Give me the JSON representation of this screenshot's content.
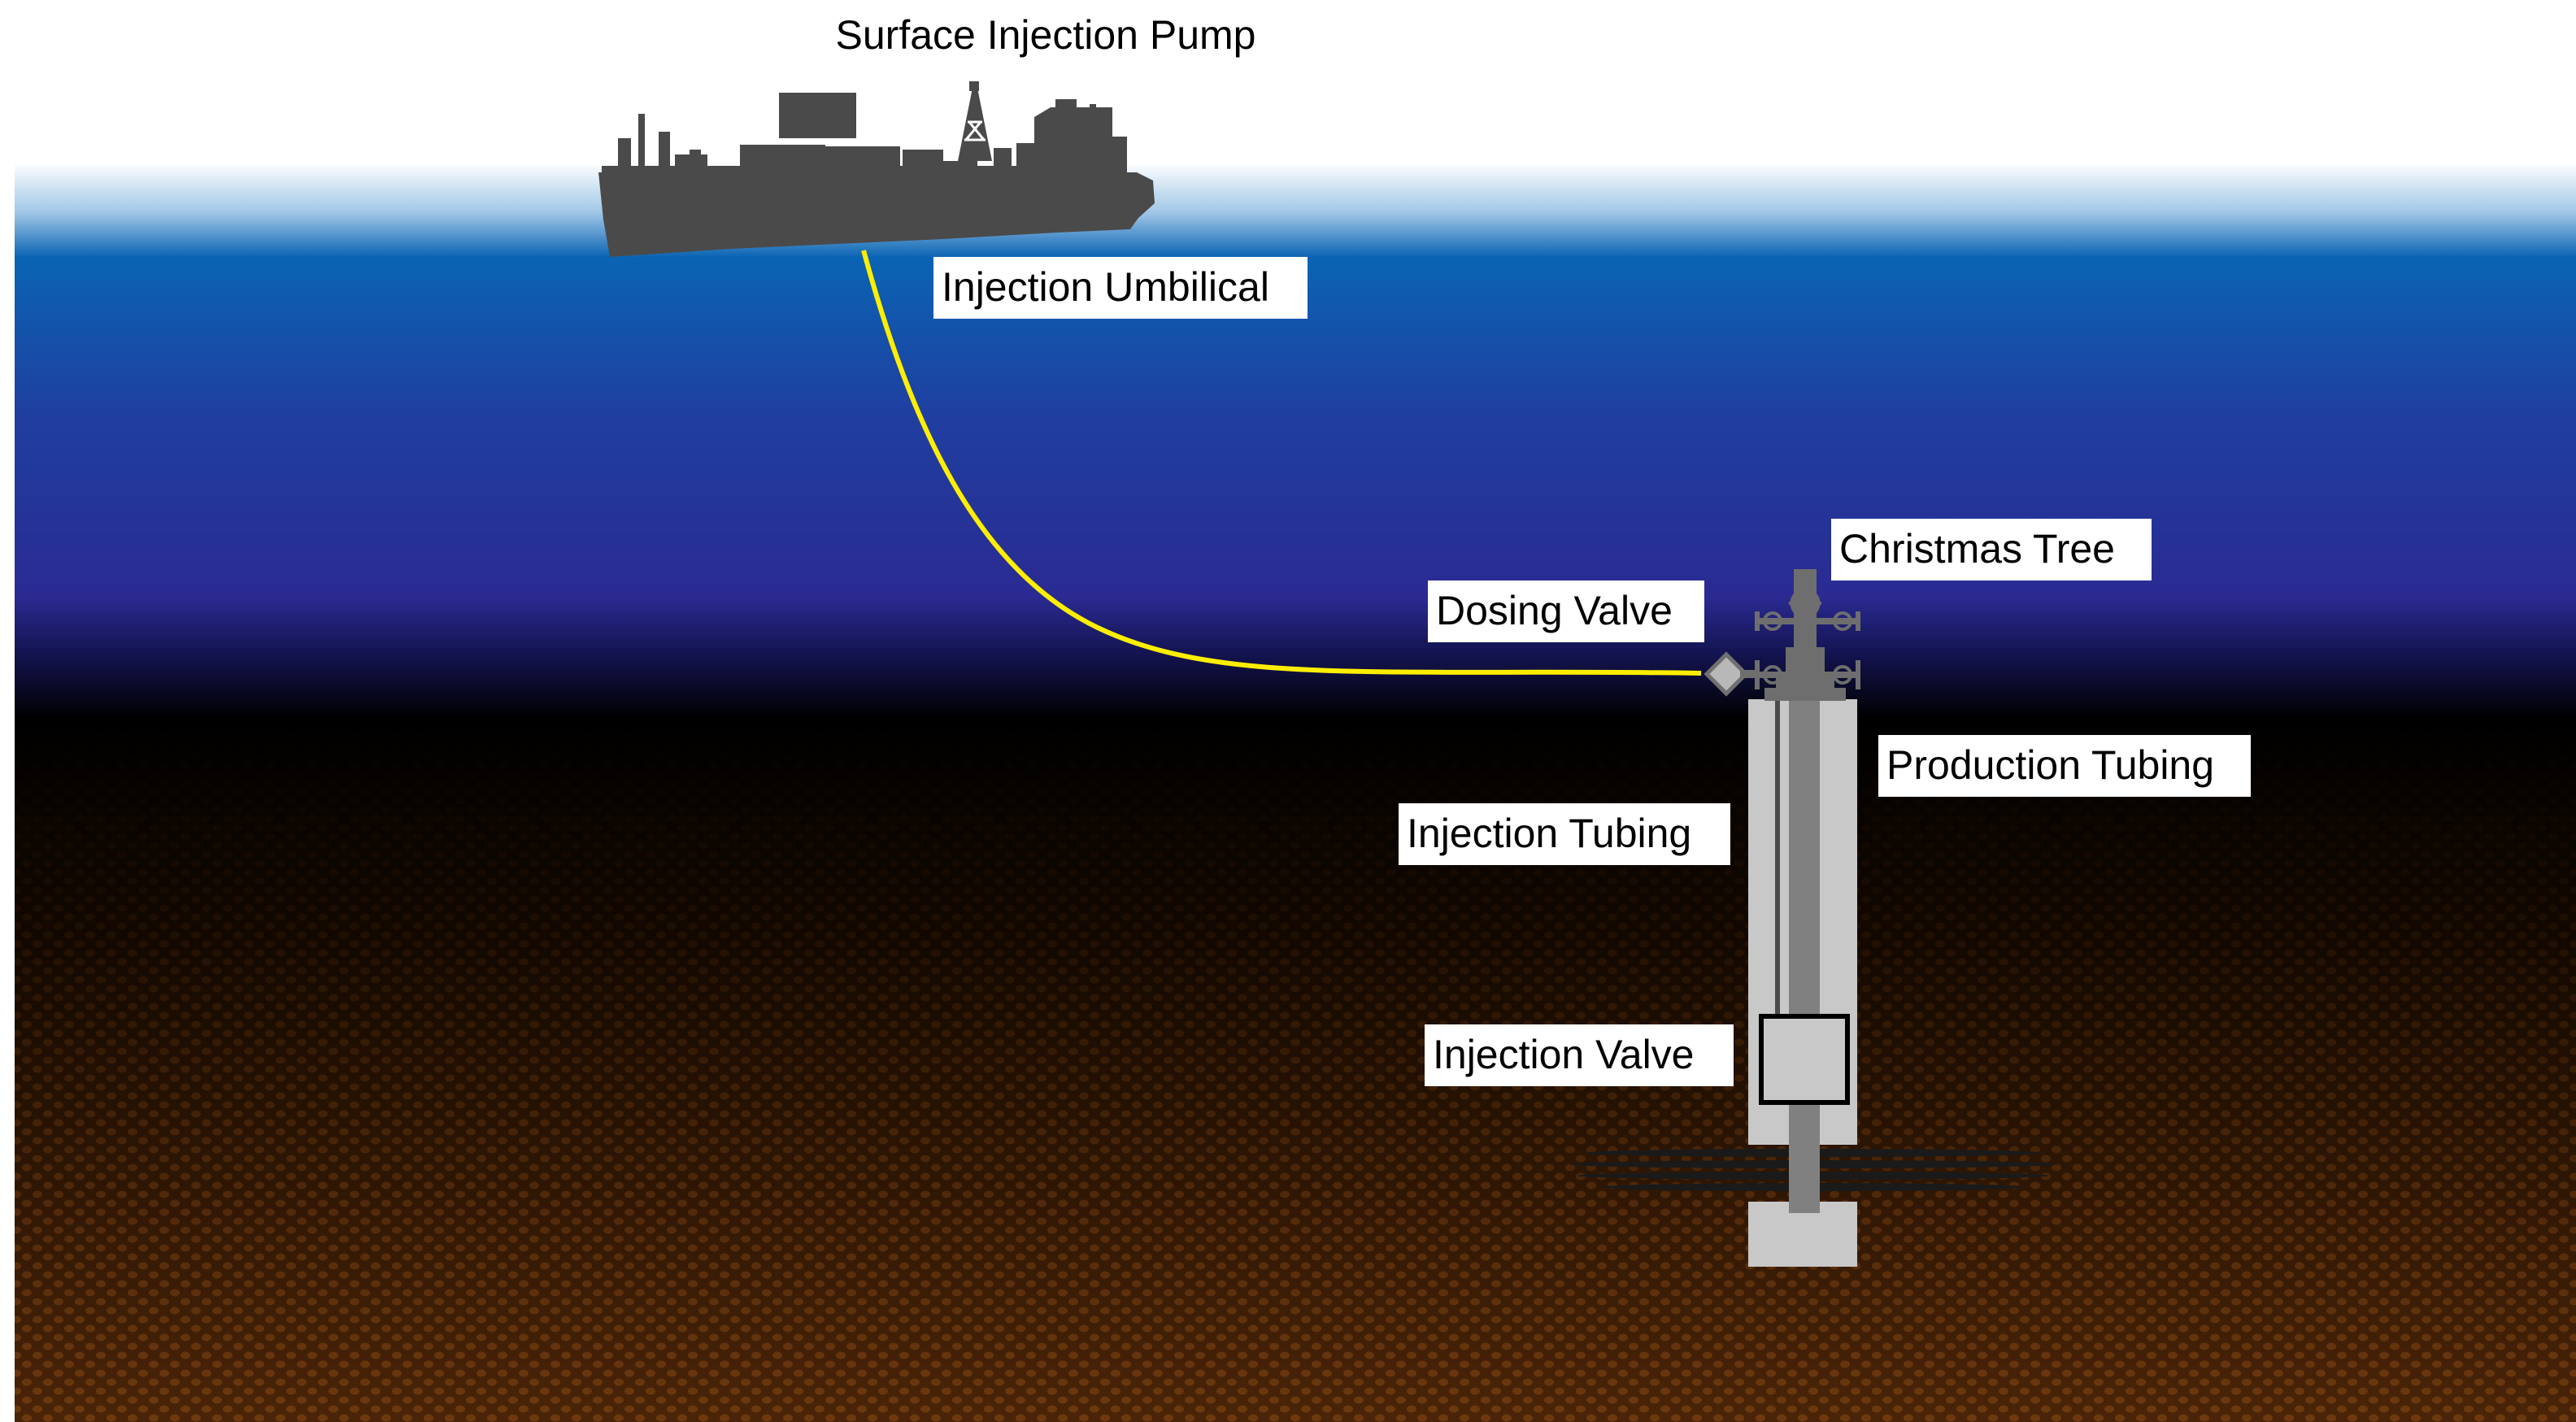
{
  "title": "Surface Injection Pump",
  "labels": {
    "umbilical": "Injection Umbilical",
    "christmas_tree": "Christmas Tree",
    "dosing_valve": "Dosing Valve",
    "production_tubing": "Production Tubing",
    "injection_tubing": "Injection Tubing",
    "injection_valve": "Injection Valve"
  },
  "colors": {
    "sea_surface": "#ffffff",
    "sea_upper": "#0a64b4",
    "sea_mid": "#1f3fa0",
    "sea_deep": "#2a2a92",
    "water_bottom": "#000000",
    "seabed": "#4a2408",
    "umbilical": "#ffee00",
    "ship": "#4a4a4a",
    "casing": "#c8c8c8",
    "tubing": "#808080",
    "tree": "#6e6e6e",
    "dosing_valve": "#b8b8b8"
  }
}
